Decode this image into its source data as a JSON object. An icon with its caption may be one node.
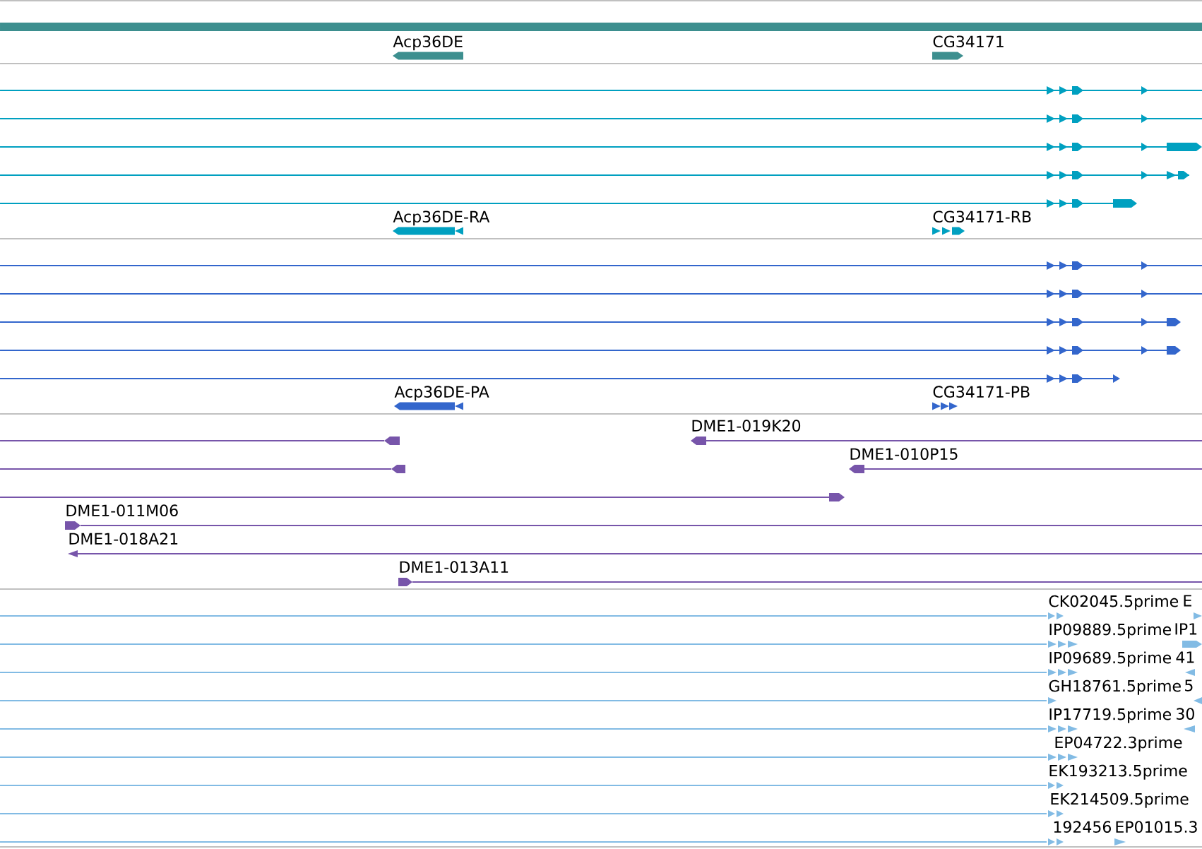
{
  "diagram": {
    "labels": [
      "Acp36DE",
      "CG34171",
      "Acp36DE-RA",
      "CG34171-RB",
      "Acp36DE-PA",
      "CG34171-PB",
      "DME1-019K20",
      "DME1-010P15",
      "DME1-011M06",
      "DME1-018A21",
      "DME1-013A11",
      "CK02045.5prime",
      "E",
      "IP09889.5prime",
      "IP1",
      "IP09689.5prime",
      "41",
      "GH18761.5prime",
      "5",
      "IP17719.5prime",
      "30",
      "EP04722.3prime",
      "EK193213.5prime",
      "EK214509.5prime",
      "192456",
      "EP01015.3"
    ]
  }
}
